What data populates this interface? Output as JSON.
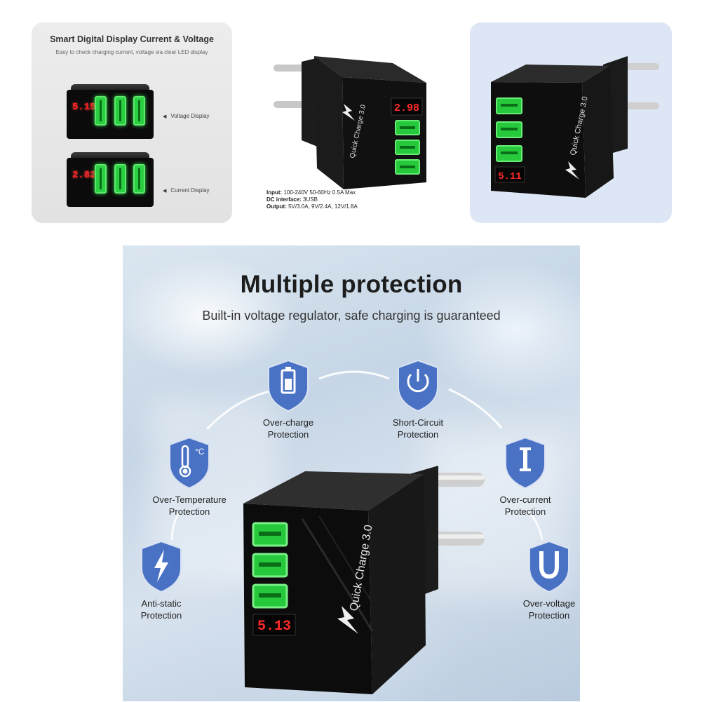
{
  "display_panel": {
    "title": "Smart Digital Display Current & Voltage",
    "subtitle": "Easy to check charging current, voltage via clear LED display",
    "voltage_reading": "5.15",
    "current_reading": "2.82",
    "voltage_label": "Voltage Display",
    "current_label": "Current Display"
  },
  "spec_panel": {
    "display_reading": "2.98",
    "quick_charge_text": "Quick Charge 3.0",
    "specs": [
      {
        "label": "Input:",
        "value": " 100-240V 50-60Hz 0.5A Max"
      },
      {
        "label": "DC interface:",
        "value": " 3USB"
      },
      {
        "label": "Output:",
        "value": " 5V/3.0A, 9V/2.4A, 12V/1.8A"
      }
    ]
  },
  "side_panel": {
    "display_reading": "5.11",
    "quick_charge_text": "Quick Charge 3.0"
  },
  "banner": {
    "title": "Multiple protection",
    "subtitle": "Built-in voltage regulator, safe charging is guaranteed",
    "quick_charge_text": "Quick Charge 3.0",
    "display_reading": "5.13",
    "features": [
      {
        "line1": "Over-charge",
        "line2": "Protection",
        "icon": "battery-icon"
      },
      {
        "line1": "Short-Circuit",
        "line2": "Protection",
        "icon": "power-icon"
      },
      {
        "line1": "Over-Temperature",
        "line2": "Protection",
        "icon": "thermometer-icon"
      },
      {
        "line1": "Over-current",
        "line2": "Protection",
        "icon": "current-icon"
      },
      {
        "line1": "Anti-static",
        "line2": "Protection",
        "icon": "lightning-icon"
      },
      {
        "line1": "Over-voltage",
        "line2": "Protection",
        "icon": "u-magnet-icon"
      }
    ],
    "shield_color": "#4a72c4"
  }
}
